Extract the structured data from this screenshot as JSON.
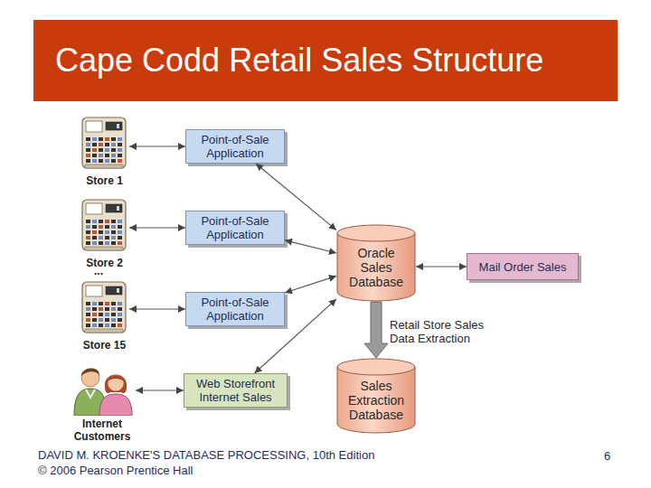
{
  "diagram": {
    "title": "Cape Codd Retail Sales Structure",
    "nodes": [
      {
        "text": [
          "Store 1"
        ]
      },
      {
        "text": [
          "Point-of-Sale Application"
        ]
      },
      {
        "text": [
          "Store 2"
        ]
      },
      {
        "text": [
          "Point-of-Sale Application"
        ]
      },
      {
        "text": [
          "Oracle Sales Database"
        ]
      },
      {
        "text": [
          "Mail Order Sales"
        ]
      },
      {
        "text": [
          "Store 15"
        ]
      },
      {
        "text": [
          "Point-of-Sale Application"
        ]
      },
      {
        "text": [
          "Internet Customers"
        ]
      },
      {
        "text": [
          "Web Storefront Internet Sales"
        ]
      },
      {
        "text": [
          "Sales Extraction Database"
        ]
      }
    ],
    "edges": [
      {
        "from": 0,
        "to": 1,
        "arrow": "both"
      },
      {
        "from": 2,
        "to": 3,
        "arrow": "both"
      },
      {
        "from": 6,
        "to": 7,
        "arrow": "both"
      },
      {
        "from": 8,
        "to": 9,
        "arrow": "both"
      },
      {
        "from": 1,
        "to": 4,
        "arrow": "both"
      },
      {
        "from": 3,
        "to": 4,
        "arrow": "both"
      },
      {
        "from": 7,
        "to": 4,
        "arrow": "both"
      },
      {
        "from": 9,
        "to": 4,
        "arrow": "both"
      },
      {
        "from": 5,
        "to": 4,
        "arrow": "both"
      },
      {
        "from": 4,
        "to": 10,
        "label": "Retail Store Sales Data Extraction",
        "arrow": "to"
      }
    ],
    "labels": [
      "...",
      "DAVID M. KROENKE'S DATABASE PROCESSING, 10th Edition",
      "© 2006 Pearson Prentice Hall",
      "6"
    ]
  }
}
